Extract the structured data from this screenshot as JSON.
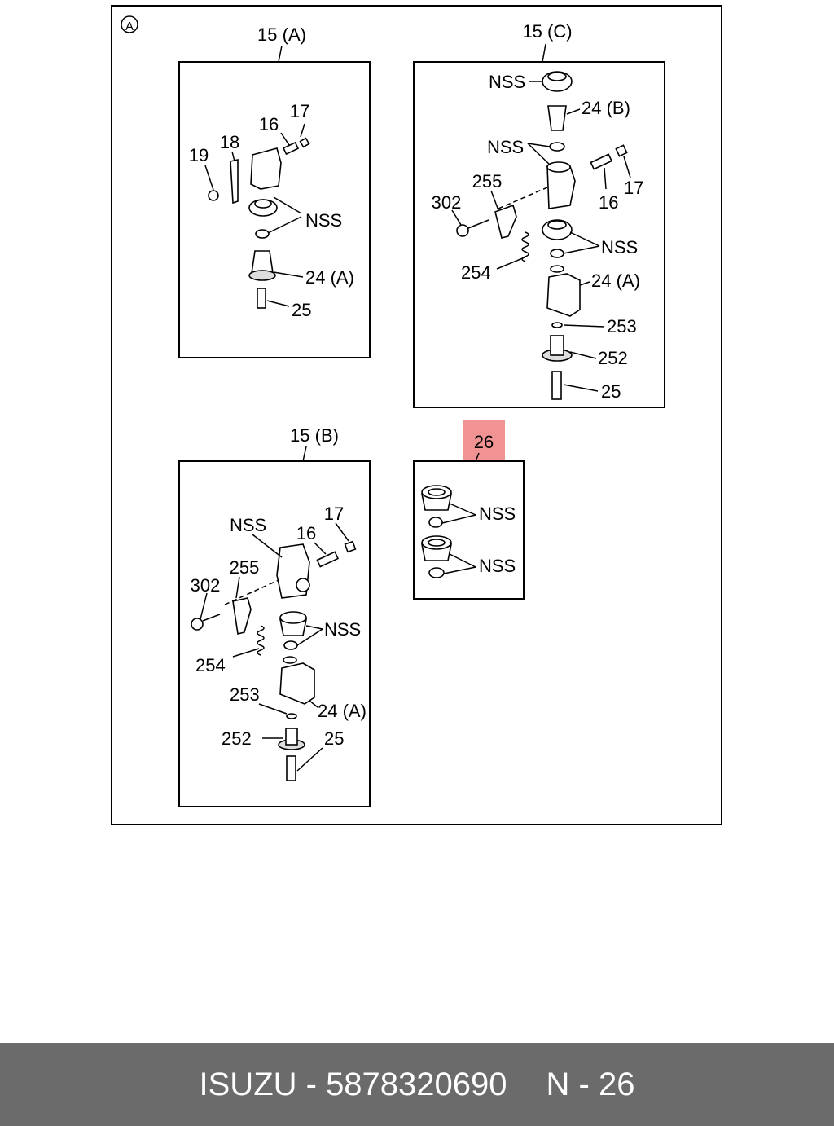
{
  "diagram": {
    "section_marker": "A",
    "highlight_color": "#f08080",
    "groups": {
      "a": {
        "title": "15 (A)",
        "labels": {
          "p17": "17",
          "p16": "16",
          "p18": "18",
          "p19": "19",
          "nss": "NSS",
          "p24a": "24 (A)",
          "p25": "25"
        }
      },
      "c": {
        "title": "15 (C)",
        "labels": {
          "nss1": "NSS",
          "p24b": "24 (B)",
          "nss2": "NSS",
          "p255": "255",
          "p302": "302",
          "p17": "17",
          "p16": "16",
          "nss3": "NSS",
          "p254": "254",
          "p24a": "24 (A)",
          "p253": "253",
          "p252": "252",
          "p25": "25"
        }
      },
      "b": {
        "title": "15 (B)",
        "labels": {
          "p17": "17",
          "nss1": "NSS",
          "p16": "16",
          "p255": "255",
          "p302": "302",
          "nss2": "NSS",
          "p254": "254",
          "p253": "253",
          "p24a": "24 (A)",
          "p252": "252",
          "p25": "25"
        }
      },
      "kit": {
        "title": "26",
        "labels": {
          "nss1": "NSS",
          "nss2": "NSS"
        }
      }
    }
  },
  "footer": {
    "brand": "ISUZU",
    "part_number": "5878320690",
    "ref": "N - 26"
  }
}
